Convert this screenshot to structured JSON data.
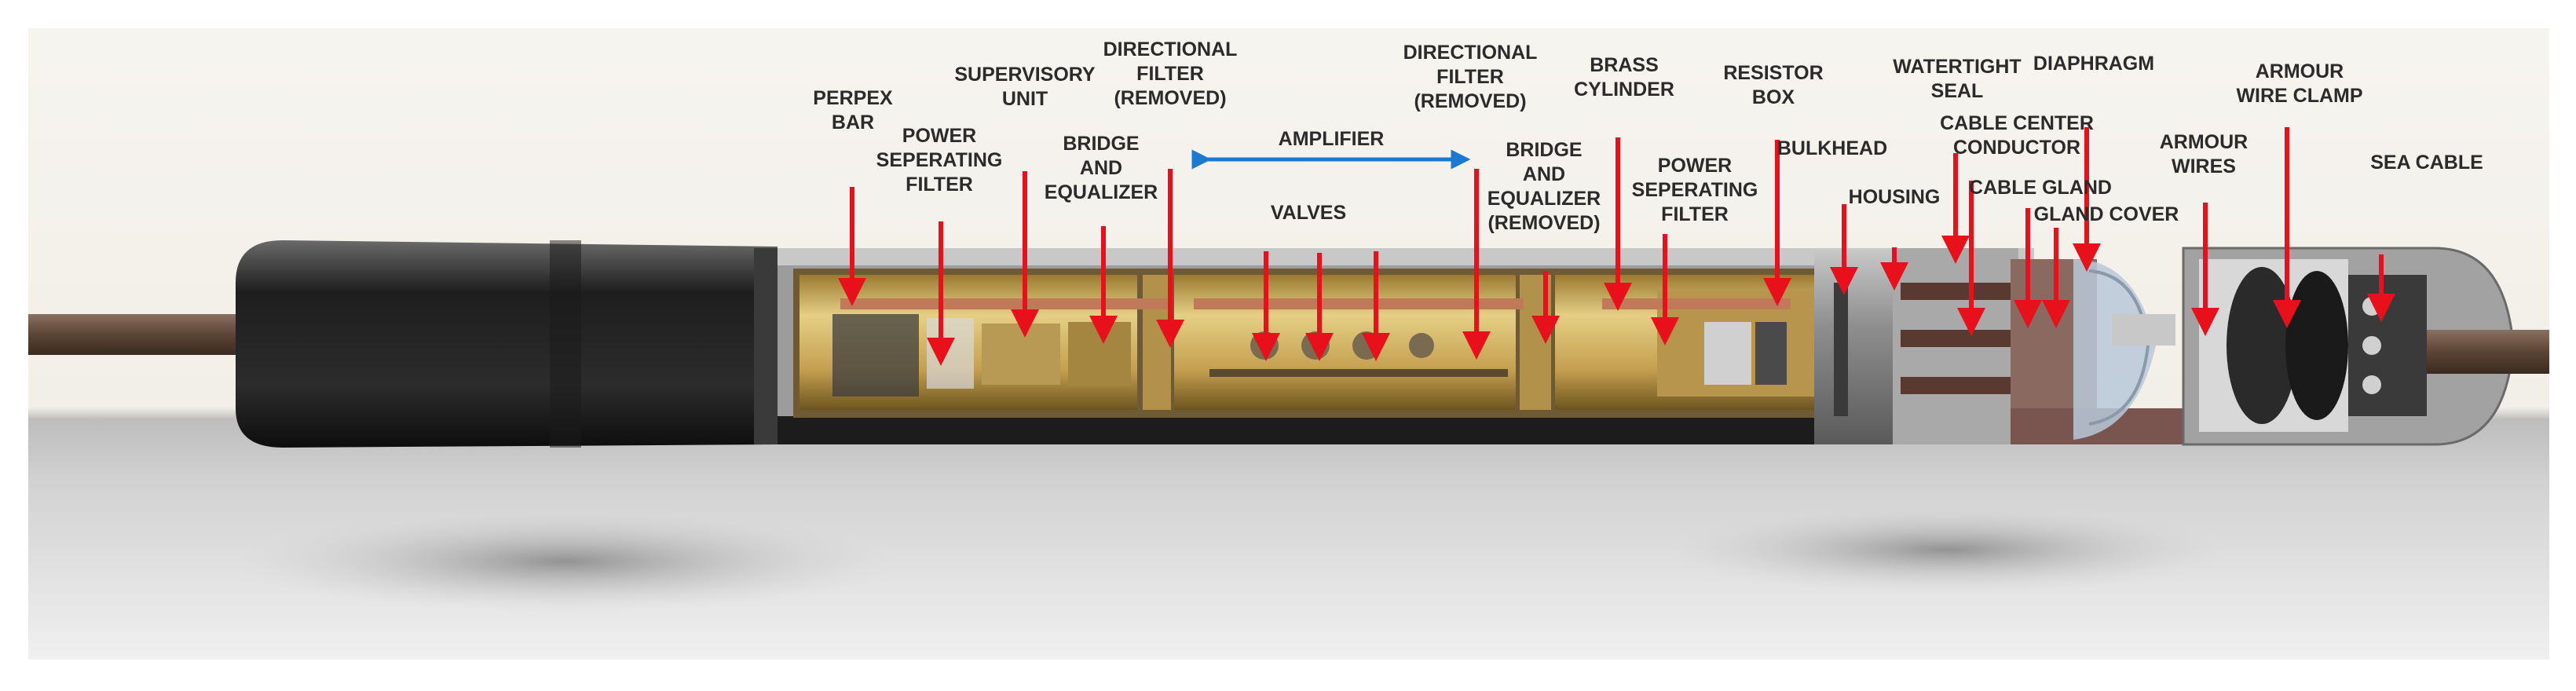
{
  "labels": [
    {
      "id": "perpex-bar",
      "text": "PERPEX\nBAR"
    },
    {
      "id": "power-seperating-filter-1",
      "text": "POWER\nSEPERATING\nFILTER"
    },
    {
      "id": "supervisory-unit",
      "text": "SUPERVISORY\nUNIT"
    },
    {
      "id": "bridge-and-equalizer",
      "text": "BRIDGE\nAND\nEQUALIZER"
    },
    {
      "id": "directional-filter-1",
      "text": "DIRECTIONAL\nFILTER\n(REMOVED)"
    },
    {
      "id": "amplifier",
      "text": "AMPLIFIER"
    },
    {
      "id": "valves",
      "text": "VALVES"
    },
    {
      "id": "directional-filter-2",
      "text": "DIRECTIONAL\nFILTER\n(REMOVED)"
    },
    {
      "id": "bridge-and-equalizer-removed",
      "text": "BRIDGE\nAND\nEQUALIZER\n(REMOVED)"
    },
    {
      "id": "brass-cylinder",
      "text": "BRASS\nCYLINDER"
    },
    {
      "id": "power-seperating-filter-2",
      "text": "POWER\nSEPERATING\nFILTER"
    },
    {
      "id": "resistor-box",
      "text": "RESISTOR\nBOX"
    },
    {
      "id": "bulkhead",
      "text": "BULKHEAD"
    },
    {
      "id": "housing",
      "text": "HOUSING"
    },
    {
      "id": "watertight-seal",
      "text": "WATERTIGHT\nSEAL"
    },
    {
      "id": "cable-center-conductor",
      "text": "CABLE CENTER\nCONDUCTOR"
    },
    {
      "id": "cable-gland",
      "text": "CABLE GLAND"
    },
    {
      "id": "gland-cover",
      "text": "GLAND COVER"
    },
    {
      "id": "diaphragm",
      "text": "DIAPHRAGM"
    },
    {
      "id": "armour-wires",
      "text": "ARMOUR\nWIRES"
    },
    {
      "id": "armour-wire-clamp",
      "text": "ARMOUR\nWIRE CLAMP"
    },
    {
      "id": "sea-cable",
      "text": "SEA CABLE"
    }
  ],
  "colors": {
    "arrow": "#e8101a",
    "amplifier_arrow": "#1d78d0",
    "label_text": "#2b2b2b",
    "backdrop_top": "#f6f4ef",
    "backdrop_bottom": "#c4c4c4",
    "brass": "#c9a85a",
    "casing": "#2a2a2a",
    "copper": "#c07a5a",
    "cable": "#6a5140"
  }
}
